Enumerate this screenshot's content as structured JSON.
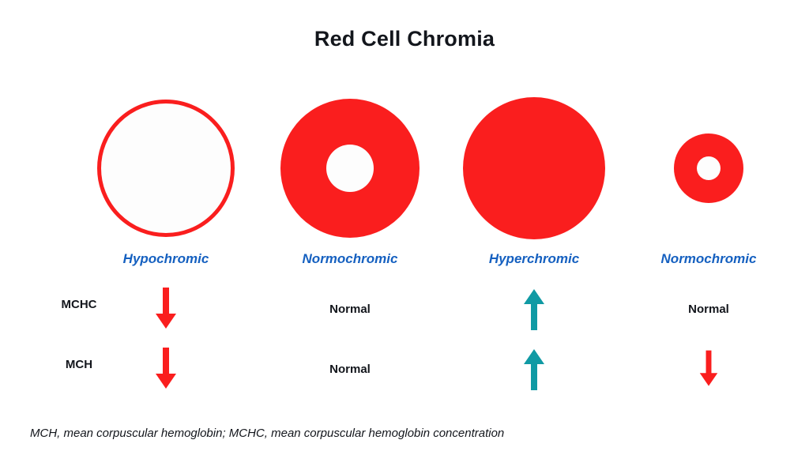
{
  "title": "Red Cell Chromia",
  "colors": {
    "cell_red": "#FA1E1E",
    "arrow_red": "#FA1E1E",
    "arrow_teal": "#109AA4",
    "label_blue": "#1560C0",
    "text_dark": "#13161C",
    "background": "#FFFFFF",
    "pallor": "#FDFDFD"
  },
  "row_headers": [
    {
      "key": "mchc",
      "label": "MCHC"
    },
    {
      "key": "mch",
      "label": "MCH"
    }
  ],
  "columns": [
    {
      "chromia_label": "Hypochromic",
      "cell": {
        "shape": "thin-ring",
        "description": "large pale red cell with wide central pallor"
      },
      "mchc": {
        "type": "arrow",
        "direction": "down",
        "color": "#FA1E1E",
        "meaning": "decreased"
      },
      "mch": {
        "type": "arrow",
        "direction": "down",
        "color": "#FA1E1E",
        "meaning": "decreased"
      }
    },
    {
      "chromia_label": "Normochromic",
      "cell": {
        "shape": "donut",
        "description": "normal red cell with small central pallor"
      },
      "mchc": {
        "type": "text",
        "text": "Normal"
      },
      "mch": {
        "type": "text",
        "text": "Normal"
      }
    },
    {
      "chromia_label": "Hyperchromic",
      "cell": {
        "shape": "solid",
        "description": "solid red cell with no central pallor"
      },
      "mchc": {
        "type": "arrow",
        "direction": "up",
        "color": "#109AA4",
        "meaning": "increased"
      },
      "mch": {
        "type": "arrow",
        "direction": "up",
        "color": "#109AA4",
        "meaning": "increased"
      }
    },
    {
      "chromia_label": "Normochromic",
      "cell": {
        "shape": "small-donut",
        "description": "small microcytic red cell with central pallor"
      },
      "mchc": {
        "type": "text",
        "text": "Normal"
      },
      "mch": {
        "type": "arrow",
        "direction": "down",
        "color": "#FA1E1E",
        "meaning": "decreased"
      }
    }
  ],
  "footnote": "MCH, mean corpuscular hemoglobin; MCHC, mean corpuscular hemoglobin concentration"
}
